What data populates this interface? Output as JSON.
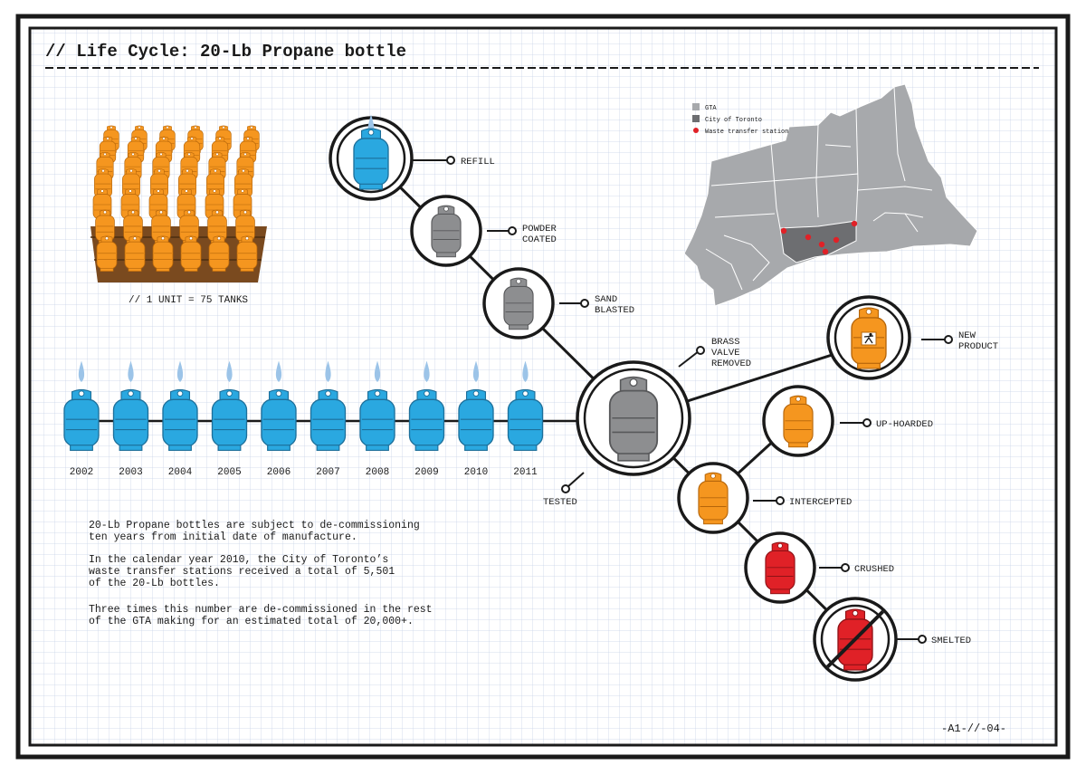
{
  "title": "// Life Cycle: 20-Lb Propane bottle",
  "pallet_caption": "// 1 UNIT = 75 TANKS",
  "years": [
    "2002",
    "2003",
    "2004",
    "2005",
    "2006",
    "2007",
    "2008",
    "2009",
    "2010",
    "2011"
  ],
  "stages": {
    "refill": "REFILL",
    "powder_coated": [
      "POWDER",
      "COATED"
    ],
    "sand_blasted": [
      "SAND",
      "BLASTED"
    ],
    "brass_valve_removed": [
      "BRASS",
      "VALVE",
      "REMOVED"
    ],
    "tested": "TESTED",
    "intercepted": "INTERCEPTED",
    "up_hoarded": "UP-HOARDED",
    "new_product": [
      "NEW",
      "PRODUCT"
    ],
    "crushed": "CRUSHED",
    "smelted": "SMELTED"
  },
  "map_legend": {
    "gta": "GTA",
    "toronto": "City of Toronto",
    "waste": "Waste transfer station"
  },
  "paragraphs": [
    [
      "20-Lb Propane bottles are subject to de-commissioning",
      "ten years from initial date of manufacture."
    ],
    [
      "In the calendar year 2010, the City of Toronto’s",
      "waste transfer stations received a total of 5,501",
      "of the 20-Lb bottles."
    ],
    [
      "Three times this number are de-commissioned in the rest",
      "of the GTA making for an estimated total of 20,000+."
    ]
  ],
  "sheet_number": "-A1-//-04-",
  "colors": {
    "blue": "#2aa8e0",
    "blue_dark": "#1d6f9a",
    "orange": "#f5961f",
    "orange_dark": "#b5650a",
    "gray": "#8d8e90",
    "gray_dark": "#58595b",
    "red": "#e02127",
    "red_dark": "#8e1216",
    "map_gta": "#a7a9ac",
    "map_toronto": "#6d6e71",
    "waste_dot": "#e02127",
    "flame": "#9cc4e8"
  }
}
